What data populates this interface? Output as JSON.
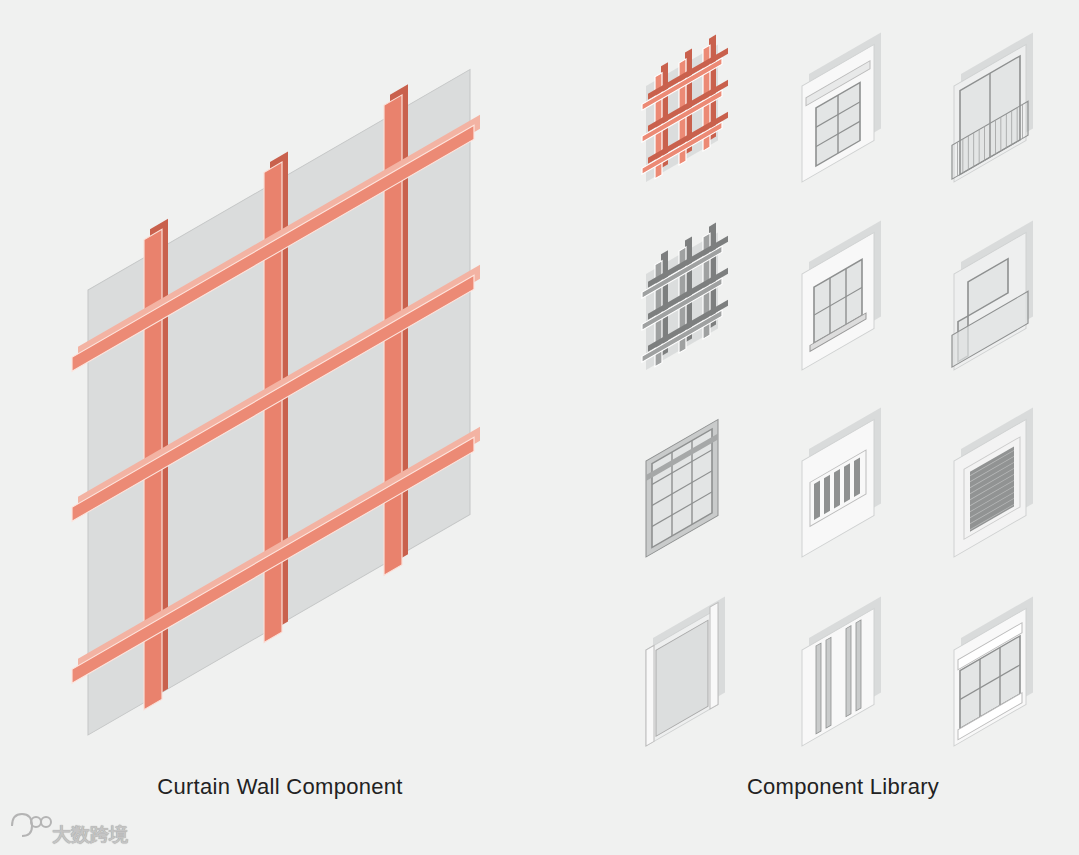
{
  "diagram": {
    "labels": [
      "Curtain Wall Component",
      "Component Library",
      "大数跨境"
    ]
  }
}
